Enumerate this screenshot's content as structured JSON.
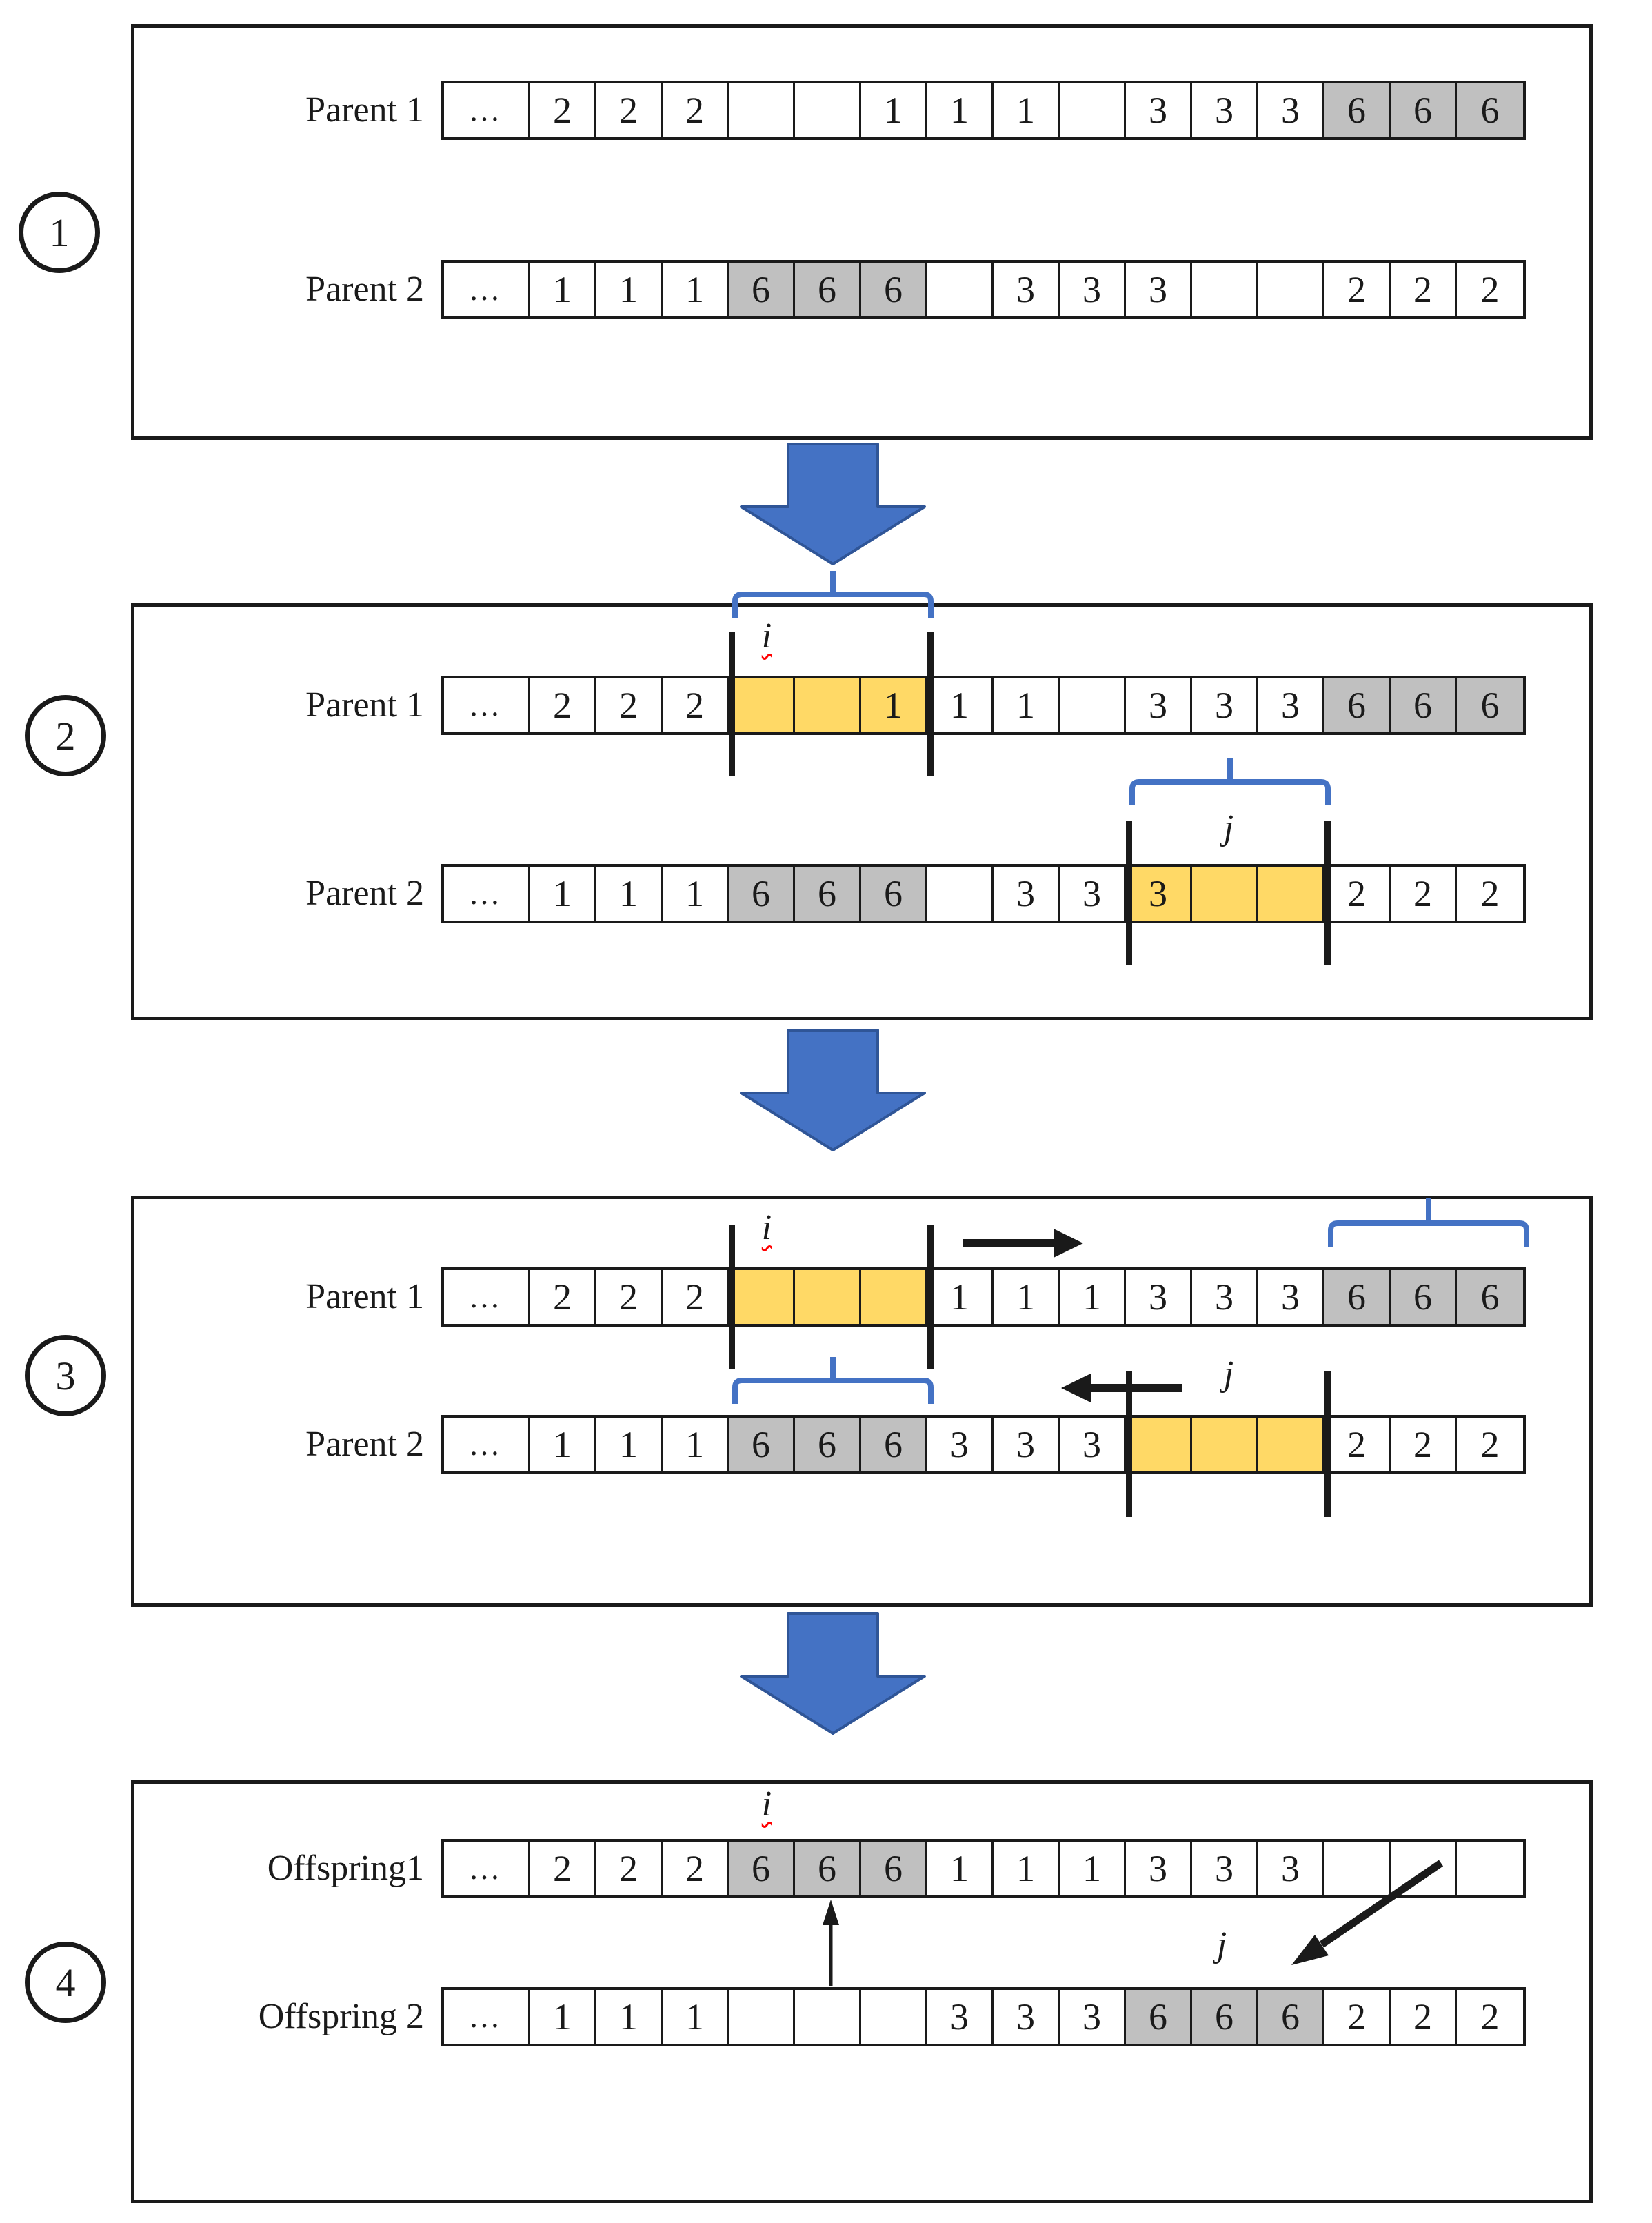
{
  "title": "Two-point crossover of parent chromosomes producing offspring",
  "colors": {
    "accent_blue": "#4472C4",
    "accent_blue_dark": "#2F5597",
    "cell_gray": "#C0C0C0",
    "cell_yellow": "#FFD966",
    "marker_red": "#FF0000",
    "line_black": "#1a1a1a"
  },
  "markers": {
    "i": "i",
    "j": "j"
  },
  "steps": [
    {
      "number": "1",
      "rows": [
        {
          "label": "Parent 1",
          "cells": [
            {
              "t": "…"
            },
            {
              "t": "2"
            },
            {
              "t": "2"
            },
            {
              "t": "2"
            },
            {},
            {},
            {
              "t": "1"
            },
            {
              "t": "1"
            },
            {
              "t": "1"
            },
            {},
            {
              "t": "3"
            },
            {
              "t": "3"
            },
            {
              "t": "3"
            },
            {
              "t": "6",
              "fill": "gray"
            },
            {
              "t": "6",
              "fill": "gray"
            },
            {
              "t": "6",
              "fill": "gray"
            }
          ]
        },
        {
          "label": "Parent 2",
          "cells": [
            {
              "t": "…"
            },
            {
              "t": "1"
            },
            {
              "t": "1"
            },
            {
              "t": "1"
            },
            {
              "t": "6",
              "fill": "gray"
            },
            {
              "t": "6",
              "fill": "gray"
            },
            {
              "t": "6",
              "fill": "gray"
            },
            {},
            {
              "t": "3"
            },
            {
              "t": "3"
            },
            {
              "t": "3"
            },
            {},
            {},
            {
              "t": "2"
            },
            {
              "t": "2"
            },
            {
              "t": "2"
            }
          ]
        }
      ]
    },
    {
      "number": "2",
      "rows": [
        {
          "label": "Parent 1",
          "cells": [
            {
              "t": "…"
            },
            {
              "t": "2"
            },
            {
              "t": "2"
            },
            {
              "t": "2"
            },
            {
              "fill": "yellow"
            },
            {
              "fill": "yellow"
            },
            {
              "t": "1",
              "fill": "yellow"
            },
            {
              "t": "1"
            },
            {
              "t": "1"
            },
            {},
            {
              "t": "3"
            },
            {
              "t": "3"
            },
            {
              "t": "3"
            },
            {
              "t": "6",
              "fill": "gray"
            },
            {
              "t": "6",
              "fill": "gray"
            },
            {
              "t": "6",
              "fill": "gray"
            }
          ]
        },
        {
          "label": "Parent 2",
          "cells": [
            {
              "t": "…"
            },
            {
              "t": "1"
            },
            {
              "t": "1"
            },
            {
              "t": "1"
            },
            {
              "t": "6",
              "fill": "gray"
            },
            {
              "t": "6",
              "fill": "gray"
            },
            {
              "t": "6",
              "fill": "gray"
            },
            {},
            {
              "t": "3"
            },
            {
              "t": "3"
            },
            {
              "t": "3",
              "fill": "yellow"
            },
            {
              "fill": "yellow"
            },
            {
              "fill": "yellow"
            },
            {
              "t": "2"
            },
            {
              "t": "2"
            },
            {
              "t": "2"
            }
          ]
        }
      ]
    },
    {
      "number": "3",
      "rows": [
        {
          "label": "Parent 1",
          "cells": [
            {
              "t": "…"
            },
            {
              "t": "2"
            },
            {
              "t": "2"
            },
            {
              "t": "2"
            },
            {
              "fill": "yellow"
            },
            {
              "fill": "yellow"
            },
            {
              "fill": "yellow"
            },
            {
              "t": "1"
            },
            {
              "t": "1"
            },
            {
              "t": "1"
            },
            {
              "t": "3"
            },
            {
              "t": "3"
            },
            {
              "t": "3"
            },
            {
              "t": "6",
              "fill": "gray"
            },
            {
              "t": "6",
              "fill": "gray"
            },
            {
              "t": "6",
              "fill": "gray"
            }
          ]
        },
        {
          "label": "Parent 2",
          "cells": [
            {
              "t": "…"
            },
            {
              "t": "1"
            },
            {
              "t": "1"
            },
            {
              "t": "1"
            },
            {
              "t": "6",
              "fill": "gray"
            },
            {
              "t": "6",
              "fill": "gray"
            },
            {
              "t": "6",
              "fill": "gray"
            },
            {
              "t": "3"
            },
            {
              "t": "3"
            },
            {
              "t": "3"
            },
            {
              "fill": "yellow"
            },
            {
              "fill": "yellow"
            },
            {
              "fill": "yellow"
            },
            {
              "t": "2"
            },
            {
              "t": "2"
            },
            {
              "t": "2"
            }
          ]
        }
      ]
    },
    {
      "number": "4",
      "rows": [
        {
          "label": "Offspring1",
          "cells": [
            {
              "t": "…"
            },
            {
              "t": "2"
            },
            {
              "t": "2"
            },
            {
              "t": "2"
            },
            {
              "t": "6",
              "fill": "gray"
            },
            {
              "t": "6",
              "fill": "gray"
            },
            {
              "t": "6",
              "fill": "gray"
            },
            {
              "t": "1"
            },
            {
              "t": "1"
            },
            {
              "t": "1"
            },
            {
              "t": "3"
            },
            {
              "t": "3"
            },
            {
              "t": "3"
            },
            {},
            {},
            {}
          ]
        },
        {
          "label": "Offspring 2",
          "cells": [
            {
              "t": "…"
            },
            {
              "t": "1"
            },
            {
              "t": "1"
            },
            {
              "t": "1"
            },
            {},
            {},
            {},
            {
              "t": "3"
            },
            {
              "t": "3"
            },
            {
              "t": "3"
            },
            {
              "t": "6",
              "fill": "gray"
            },
            {
              "t": "6",
              "fill": "gray"
            },
            {
              "t": "6",
              "fill": "gray"
            },
            {
              "t": "2"
            },
            {
              "t": "2"
            },
            {
              "t": "2"
            }
          ]
        }
      ]
    }
  ]
}
